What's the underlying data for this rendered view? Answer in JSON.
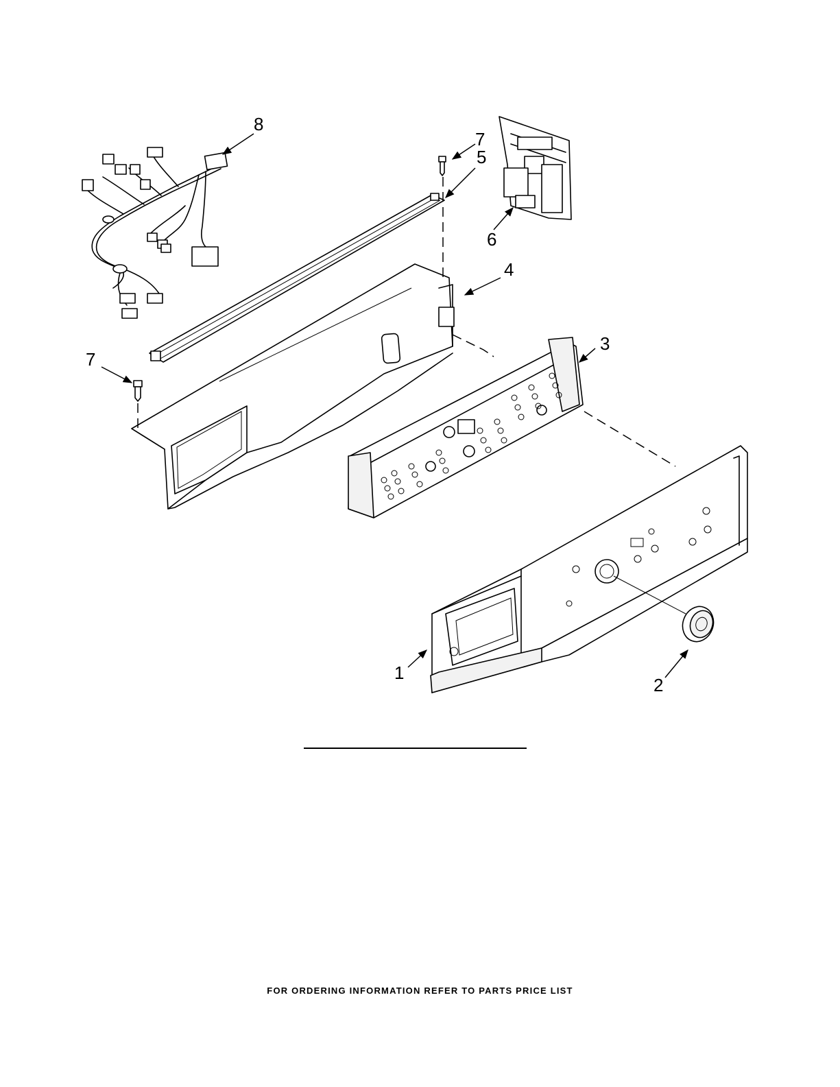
{
  "callouts": [
    {
      "id": "callout-1",
      "label": "1"
    },
    {
      "id": "callout-2",
      "label": "2"
    },
    {
      "id": "callout-3",
      "label": "3"
    },
    {
      "id": "callout-4",
      "label": "4"
    },
    {
      "id": "callout-5",
      "label": "5"
    },
    {
      "id": "callout-6",
      "label": "6"
    },
    {
      "id": "callout-7a",
      "label": "7"
    },
    {
      "id": "callout-7b",
      "label": "7"
    },
    {
      "id": "callout-8",
      "label": "8"
    }
  ],
  "footer": {
    "text": "FOR ORDERING INFORMATION REFER TO PARTS PRICE LIST"
  }
}
